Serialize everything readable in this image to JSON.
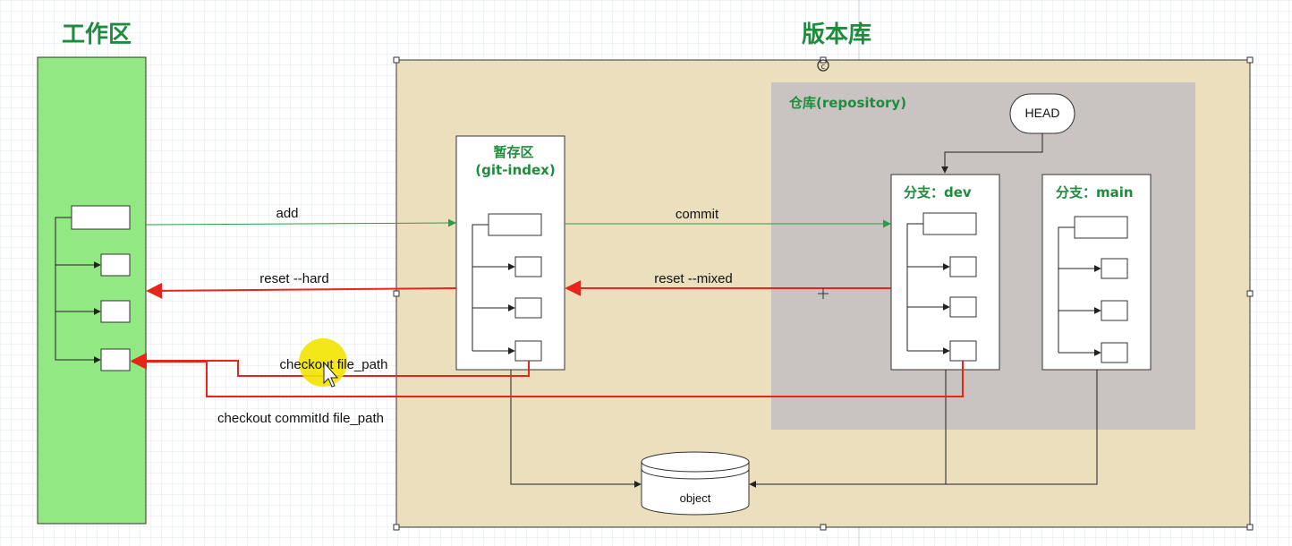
{
  "titles": {
    "workspace": "工作区",
    "repo_area": "版本库"
  },
  "stage": {
    "title_cn": "暂存区",
    "title_en": "(git-index)"
  },
  "repository": {
    "label": "仓库(repository)",
    "head": "HEAD",
    "branch_dev": "分支：dev",
    "branch_main": "分支：main"
  },
  "object_label": "object",
  "arrows": {
    "add": "add",
    "commit": "commit",
    "reset_hard": "reset --hard",
    "reset_mixed": "reset --mixed",
    "checkout_file": "checkout  file_path",
    "checkout_commit": "checkout  commitId file_path"
  },
  "colors": {
    "workspace_fill": "#92e882",
    "repo_fill": "#ebdfbd",
    "repository_fill": "#c9c4c2",
    "green_arrow": "#2e9a45",
    "red_arrow": "#e8251a",
    "label_green": "#1e8c3c"
  }
}
